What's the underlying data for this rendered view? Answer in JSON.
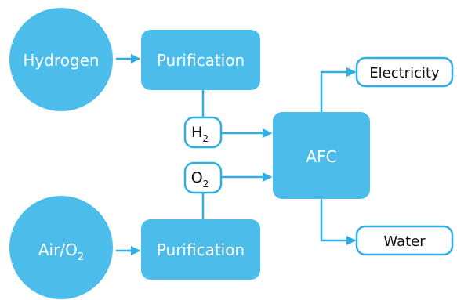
{
  "colors": {
    "fill": "#4CBDEB",
    "stroke": "#2FAEE6",
    "label_light": "#ffffff",
    "label_dark": "#111111",
    "box_bg": "#ffffff"
  },
  "nodes": {
    "hydrogen": {
      "label": "Hydrogen"
    },
    "air": {
      "label": "Air/O",
      "sub": "2"
    },
    "purification_top": {
      "label": "Purification"
    },
    "purification_bottom": {
      "label": "Purification"
    },
    "h2": {
      "label": "H",
      "sub": "2"
    },
    "o2": {
      "label": "O",
      "sub": "2"
    },
    "afc": {
      "label": "AFC"
    },
    "electricity": {
      "label": "Electricity"
    },
    "water": {
      "label": "Water"
    }
  }
}
